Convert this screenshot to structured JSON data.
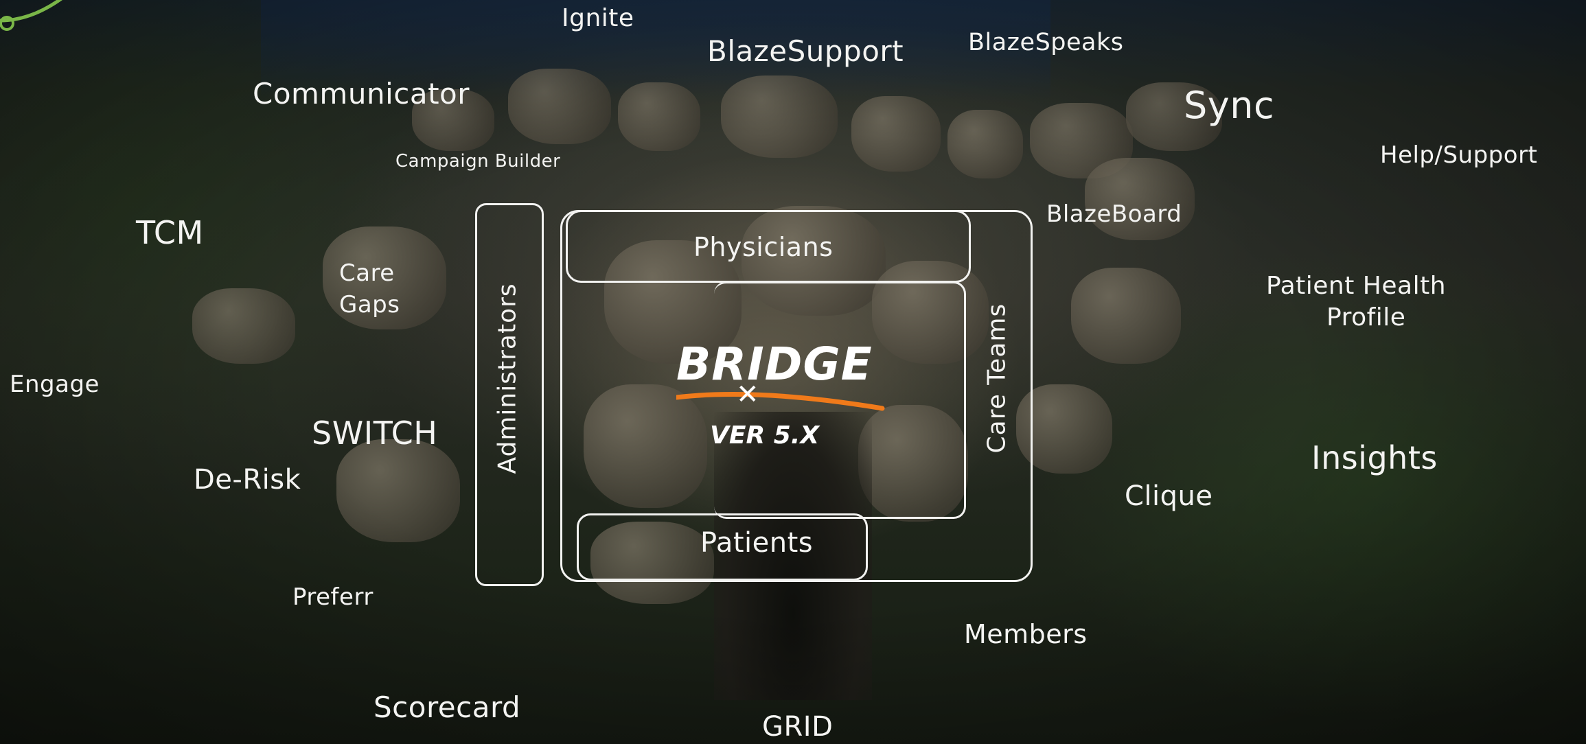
{
  "center": {
    "product": "BRIDGE",
    "version": "VER 5.X"
  },
  "boxes": {
    "physicians": "Physicians",
    "patients": "Patients",
    "administrators": "Administrators",
    "care_teams": "Care Teams"
  },
  "modules": {
    "ignite": "Ignite",
    "blaze_support": "BlazeSupport",
    "blaze_speaks": "BlazeSpeaks",
    "communicator": "Communicator",
    "sync": "Sync",
    "campaign_builder": "Campaign Builder",
    "help_support": "Help/Support",
    "blaze_board": "BlazeBoard",
    "tcm": "TCM",
    "care_gaps_1": "Care",
    "care_gaps_2": "Gaps",
    "patient_health_profile_1": "Patient Health",
    "patient_health_profile_2": "Profile",
    "engage": "Engage",
    "switch": "SWITCH",
    "insights": "Insights",
    "de_risk": "De-Risk",
    "clique": "Clique",
    "preferr": "Preferr",
    "members": "Members",
    "scorecard": "Scorecard",
    "grid": "GRID"
  },
  "colors": {
    "text": "#f4f4f2",
    "accent_orange": "#f07a1a",
    "logo_green": "#7ab648"
  }
}
